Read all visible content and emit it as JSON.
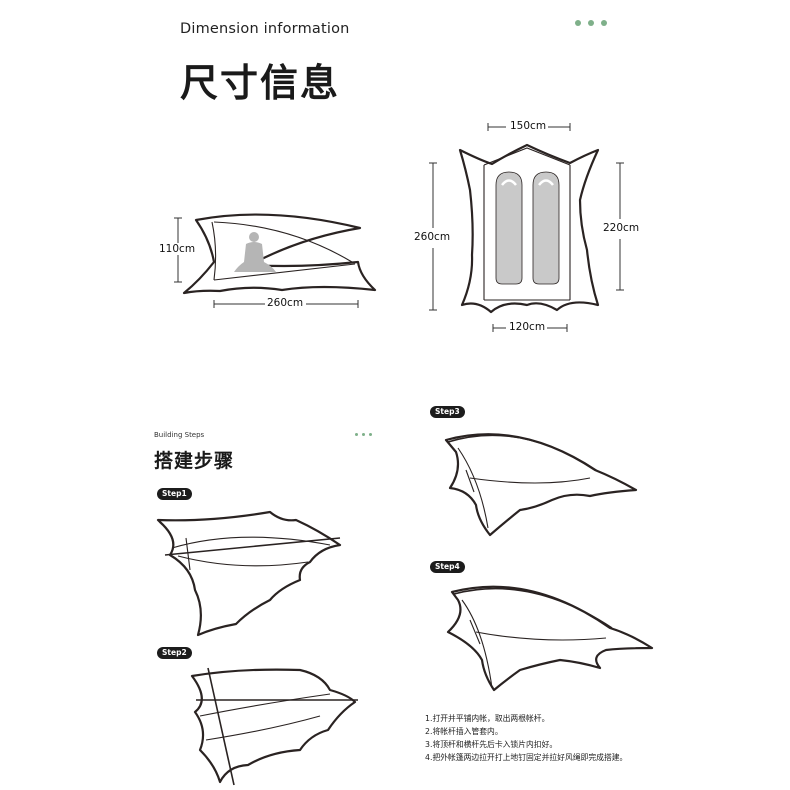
{
  "header": {
    "en_title": "Dimension information",
    "cn_title": "尺寸信息",
    "dot_color": "#7fb08a"
  },
  "dimensions": {
    "side_height": "110cm",
    "side_length": "260cm",
    "top_width": "150cm",
    "left_length": "260cm",
    "right_length": "220cm",
    "bottom_width": "120cm"
  },
  "steps_section": {
    "en_title": "Building Steps",
    "cn_title": "搭建步骤",
    "dot_color": "#7fb08a",
    "steps": [
      "Step1",
      "Step2",
      "Step3",
      "Step4"
    ]
  },
  "instructions": [
    "1.打开并平铺内帐，取出两根帐杆。",
    "2.将帐杆插入管套内。",
    "3.将顶杆和横杆先后卡入锁片内扣好。",
    "4.把外帐篷两边拉开打上地钉固定并拉好风绳即完成搭建。"
  ],
  "colors": {
    "outline": "#2a2322",
    "mat_gray": "#c9c9c9",
    "person_gray": "#b5b5b5"
  }
}
